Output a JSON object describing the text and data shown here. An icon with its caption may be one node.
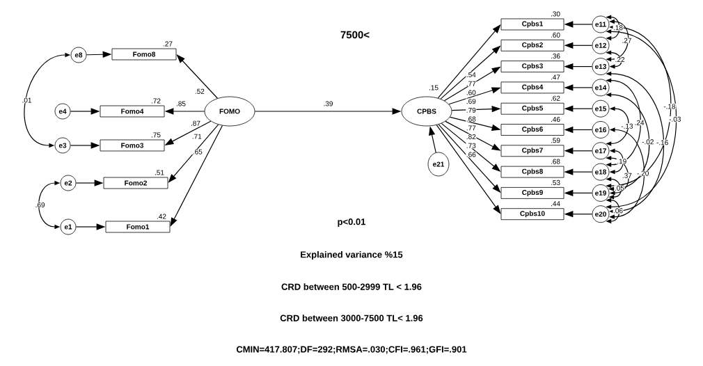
{
  "diagram": {
    "nodes": [
      {
        "text": [
          "FOMO"
        ]
      },
      {
        "text": [
          "CPBS"
        ],
        "beside": [
          ".15"
        ]
      },
      {
        "text": [
          "e21"
        ]
      },
      {
        "text": [
          "Fomo8"
        ],
        "beside": [
          ".27"
        ]
      },
      {
        "text": [
          "Fomo4"
        ],
        "beside": [
          ".72"
        ]
      },
      {
        "text": [
          "Fomo3"
        ],
        "beside": [
          ".75"
        ]
      },
      {
        "text": [
          "Fomo2"
        ],
        "beside": [
          ".51"
        ]
      },
      {
        "text": [
          "Fomo1"
        ],
        "beside": [
          ".42"
        ]
      },
      {
        "text": [
          "e8"
        ]
      },
      {
        "text": [
          "e4"
        ]
      },
      {
        "text": [
          "e3"
        ]
      },
      {
        "text": [
          "e2"
        ]
      },
      {
        "text": [
          "e1"
        ]
      },
      {
        "text": [
          "Cpbs1"
        ],
        "beside": [
          ".30"
        ]
      },
      {
        "text": [
          "Cpbs2"
        ],
        "beside": [
          ".60"
        ]
      },
      {
        "text": [
          "Cpbs3"
        ],
        "beside": [
          ".36"
        ]
      },
      {
        "text": [
          "Cpbs4"
        ],
        "beside": [
          ".47"
        ]
      },
      {
        "text": [
          "Cpbs5"
        ],
        "beside": [
          ".62"
        ]
      },
      {
        "text": [
          "Cpbs6"
        ],
        "beside": [
          ".46"
        ]
      },
      {
        "text": [
          "Cpbs7"
        ],
        "beside": [
          ".59"
        ]
      },
      {
        "text": [
          "Cpbs8"
        ],
        "beside": [
          ".68"
        ]
      },
      {
        "text": [
          "Cpbs9"
        ],
        "beside": [
          ".53"
        ]
      },
      {
        "text": [
          "Cpbs10"
        ],
        "beside": [
          ".44"
        ]
      },
      {
        "text": [
          "e11"
        ]
      },
      {
        "text": [
          "e12"
        ]
      },
      {
        "text": [
          "e13"
        ]
      },
      {
        "text": [
          "e14"
        ]
      },
      {
        "text": [
          "e15"
        ]
      },
      {
        "text": [
          "e16"
        ]
      },
      {
        "text": [
          "e17"
        ]
      },
      {
        "text": [
          "e18"
        ]
      },
      {
        "text": [
          "e19"
        ]
      },
      {
        "text": [
          "e20"
        ]
      }
    ],
    "edges": [
      {
        "from": 0,
        "to": 1,
        "arrow": "to",
        "label": ".39"
      },
      {
        "from": 0,
        "to": 3,
        "arrow": "to",
        "label": ".52"
      },
      {
        "from": 0,
        "to": 4,
        "arrow": "to",
        "label": ".85"
      },
      {
        "from": 0,
        "to": 5,
        "arrow": "to",
        "label": ".87"
      },
      {
        "from": 0,
        "to": 6,
        "arrow": "to",
        "label": ".71"
      },
      {
        "from": 0,
        "to": 7,
        "arrow": "to",
        "label": ".65"
      },
      {
        "from": 8,
        "to": 3,
        "arrow": "to"
      },
      {
        "from": 9,
        "to": 4,
        "arrow": "to"
      },
      {
        "from": 10,
        "to": 5,
        "arrow": "to"
      },
      {
        "from": 11,
        "to": 6,
        "arrow": "to"
      },
      {
        "from": 12,
        "to": 7,
        "arrow": "to"
      },
      {
        "from": 2,
        "to": 1,
        "arrow": "to"
      },
      {
        "from": 1,
        "to": 13,
        "arrow": "to",
        "label": ".54"
      },
      {
        "from": 1,
        "to": 14,
        "arrow": "to",
        "label": ".77"
      },
      {
        "from": 1,
        "to": 15,
        "arrow": "to",
        "label": ".60"
      },
      {
        "from": 1,
        "to": 16,
        "arrow": "to",
        "label": ".69"
      },
      {
        "from": 1,
        "to": 17,
        "arrow": "to",
        "label": ".79"
      },
      {
        "from": 1,
        "to": 18,
        "arrow": "to",
        "label": ".68"
      },
      {
        "from": 1,
        "to": 19,
        "arrow": "to",
        "label": ".77"
      },
      {
        "from": 1,
        "to": 20,
        "arrow": "to",
        "label": ".82"
      },
      {
        "from": 1,
        "to": 21,
        "arrow": "to",
        "label": ".73"
      },
      {
        "from": 1,
        "to": 22,
        "arrow": "to",
        "label": ".66"
      },
      {
        "from": 23,
        "to": 13,
        "arrow": "to"
      },
      {
        "from": 24,
        "to": 14,
        "arrow": "to"
      },
      {
        "from": 25,
        "to": 15,
        "arrow": "to"
      },
      {
        "from": 26,
        "to": 16,
        "arrow": "to"
      },
      {
        "from": 27,
        "to": 17,
        "arrow": "to"
      },
      {
        "from": 28,
        "to": 18,
        "arrow": "to"
      },
      {
        "from": 29,
        "to": 19,
        "arrow": "to"
      },
      {
        "from": 30,
        "to": 20,
        "arrow": "to"
      },
      {
        "from": 31,
        "to": 21,
        "arrow": "to"
      },
      {
        "from": 32,
        "to": 22,
        "arrow": "to"
      },
      {
        "from": 8,
        "to": 10,
        "arrow": "both",
        "label": ".01"
      },
      {
        "from": 11,
        "to": 12,
        "arrow": "both",
        "label": ".69"
      },
      {
        "from": 23,
        "to": 24,
        "arrow": "both",
        "label": ".18"
      },
      {
        "from": 24,
        "to": 25,
        "arrow": "both",
        "label": ".22"
      },
      {
        "from": 23,
        "to": 25,
        "arrow": "both",
        "label": ".27"
      },
      {
        "from": 23,
        "to": 31,
        "arrow": "both",
        "label": "-.18"
      },
      {
        "from": 23,
        "to": 32,
        "arrow": "both",
        "label": "-.03"
      },
      {
        "from": 26,
        "to": 30,
        "arrow": "both",
        "label": ".24"
      },
      {
        "from": 26,
        "to": 31,
        "arrow": "both",
        "label": "-.02"
      },
      {
        "from": 27,
        "to": 29,
        "arrow": "both",
        "label": "-.13"
      },
      {
        "from": 25,
        "to": 32,
        "arrow": "both",
        "label": "-.16"
      },
      {
        "from": 29,
        "to": 30,
        "arrow": "both",
        "label": ".19"
      },
      {
        "from": 30,
        "to": 31,
        "arrow": "both",
        "label": ".05"
      },
      {
        "from": 29,
        "to": 31,
        "arrow": "both",
        "label": ".37"
      },
      {
        "from": 28,
        "to": 32,
        "arrow": "both",
        "label": "-.20"
      },
      {
        "from": 31,
        "to": 32,
        "arrow": "both",
        "label": ".06"
      }
    ],
    "labels": [
      "7500<",
      "p<0.01",
      "Explained variance %15",
      "CRD between 500-2999 TL < 1.96",
      "CRD between 3000-7500 TL< 1.96",
      "CMIN=417.807;DF=292;RMSA=.030;CFI=.961;GFI=.901"
    ]
  }
}
